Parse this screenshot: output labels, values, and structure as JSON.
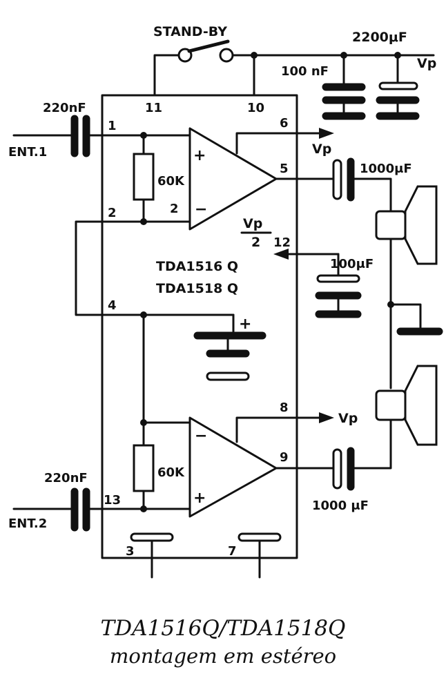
{
  "diagram": {
    "standby": "STAND-BY",
    "ic_names": [
      "TDA1516 Q",
      "TDA1518 Q"
    ],
    "pins": {
      "p1": "1",
      "p2a": "2",
      "p2b": "2",
      "p3": "3",
      "p4": "4",
      "p5": "5",
      "p6": "6",
      "p7": "7",
      "p8": "8",
      "p9": "9",
      "p10": "10",
      "p11": "11",
      "p12": "12",
      "p13": "13"
    },
    "components": {
      "c_in1": "220nF",
      "c_in2": "220nF",
      "c_supply_big": "2200μF",
      "c_supply_small": "100 nF",
      "c_out1": "1000μF",
      "c_out2": "1000 μF",
      "c_ref": "100μF",
      "r1": "60K",
      "r2": "60K"
    },
    "inputs": {
      "in1": "ENT.1",
      "in2": "ENT.2"
    },
    "supply": {
      "vp_top": "Vp",
      "vp_6": "Vp",
      "vp_8": "Vp",
      "vp2_num": "Vp",
      "vp2_den": "2"
    },
    "op_signs": {
      "plus1": "+",
      "minus1": "−",
      "minus2": "−",
      "plus2": "+",
      "batt_plus": "+"
    }
  },
  "caption": {
    "line1": "TDA1516Q/TDA1518Q",
    "line2": "montagem em estéreo"
  }
}
